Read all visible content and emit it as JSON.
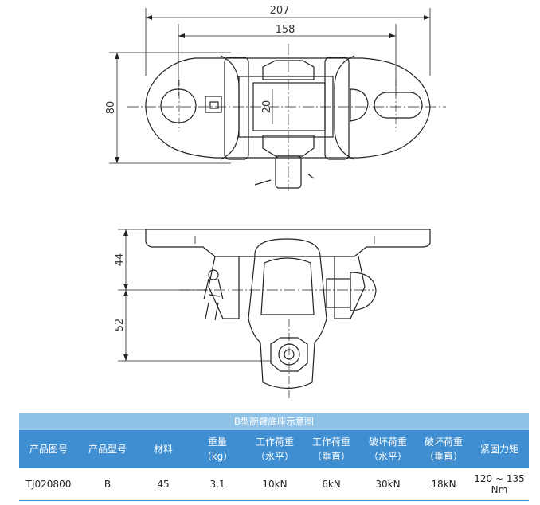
{
  "dimensions": {
    "overall_length": "207",
    "hole_spacing": "158",
    "height": "80",
    "pin": "20",
    "upper": "44",
    "lower": "52"
  },
  "table": {
    "title": "B型腕臂底座示意图",
    "headers": [
      {
        "line1": "产品图号",
        "line2": ""
      },
      {
        "line1": "产品型号",
        "line2": ""
      },
      {
        "line1": "材料",
        "line2": ""
      },
      {
        "line1": "重量",
        "line2": "（kg）"
      },
      {
        "line1": "工作荷重",
        "line2": "（水平）"
      },
      {
        "line1": "工作荷重",
        "line2": "（垂直）"
      },
      {
        "line1": "破坏荷重",
        "line2": "（水平）"
      },
      {
        "line1": "破坏荷重",
        "line2": "（垂直）"
      },
      {
        "line1": "紧固力矩",
        "line2": ""
      }
    ],
    "row": [
      "TJ020800",
      "B",
      "45",
      "3.1",
      "10kN",
      "6kN",
      "30kN",
      "18kN",
      "120 ~ 135 Nm"
    ]
  }
}
